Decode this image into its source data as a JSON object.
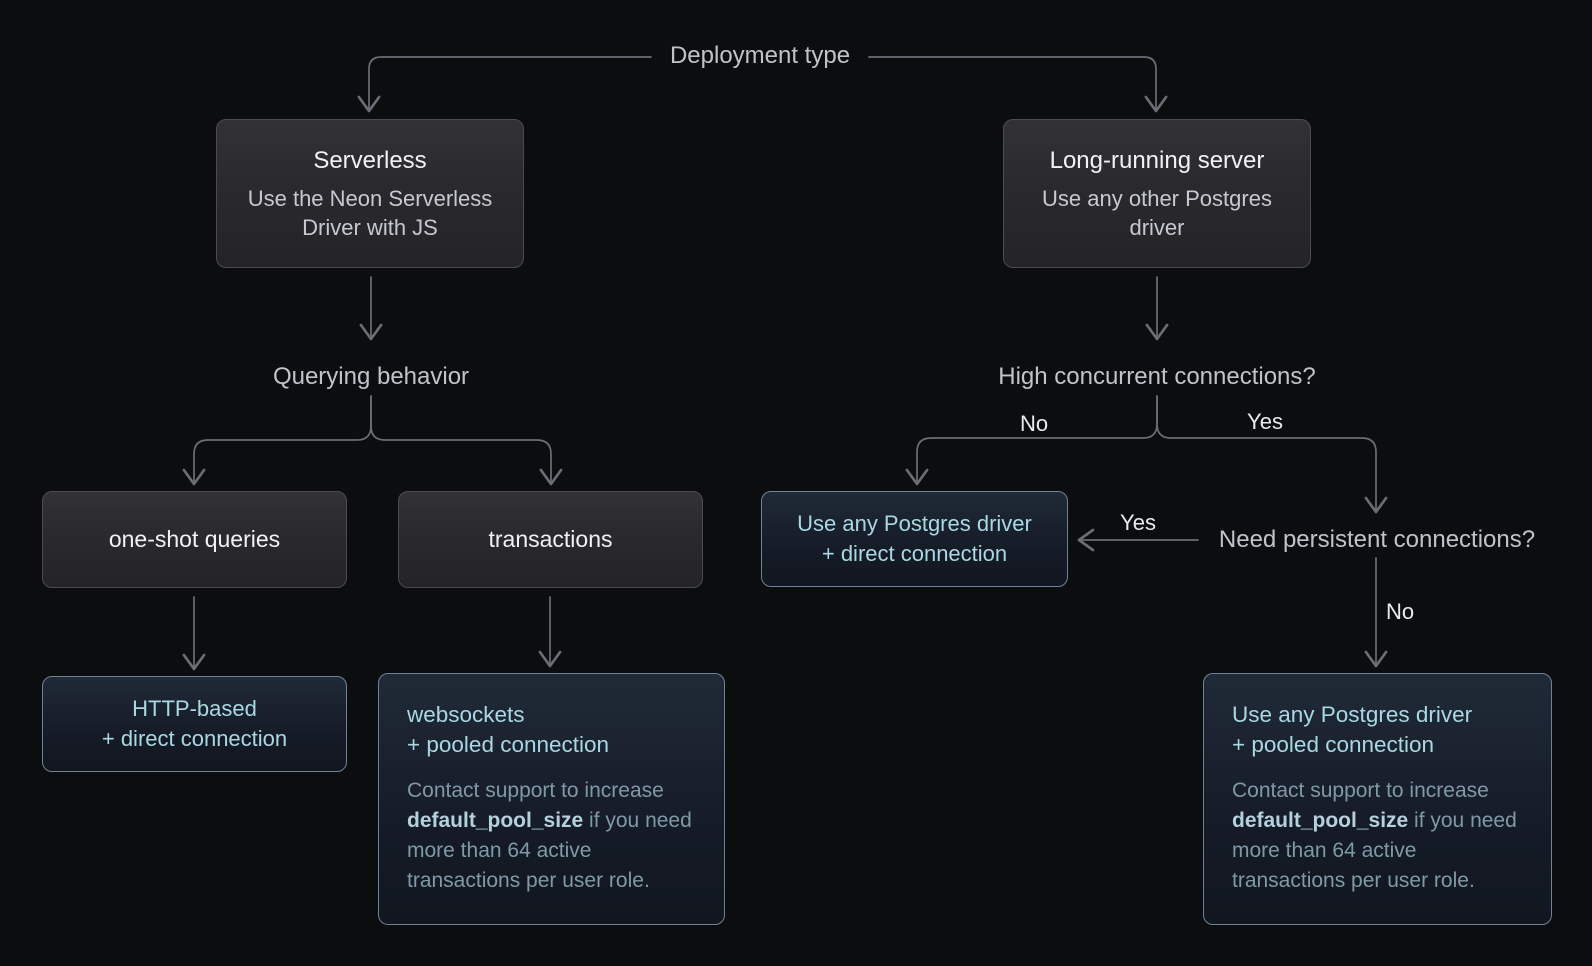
{
  "colors": {
    "background": "#0c0d0e",
    "connector": "#6a6e75",
    "decision_label_text": "#bfc4cb",
    "branch_label_text": "#e9ebee",
    "plain_box_border": "#4b4c51",
    "plain_box_title": "#f1f2f4",
    "plain_box_subtitle": "#c6c9ce",
    "highlight_box_border": "#6e8398",
    "accent_text": "#a9d8e3",
    "note_text": "#7e9aa6",
    "note_code_text": "#b5d2dc"
  },
  "root": {
    "label": "Deployment type"
  },
  "serverless_branch": {
    "node": {
      "title": "Serverless",
      "subtitle": "Use the Neon Serverless Driver with JS"
    },
    "decision": {
      "label": "Querying behavior"
    },
    "one_shot": {
      "label": "one-shot queries"
    },
    "transactions": {
      "label": "transactions"
    },
    "http_result": {
      "line1": "HTTP-based",
      "line2": "+ direct connection"
    },
    "websockets_result": {
      "line1": "websockets",
      "line2": "+ pooled connection",
      "note_pre": "Contact support to increase ",
      "note_code": "default_pool_size",
      "note_post": " if you need more than 64 active transactions per user role."
    }
  },
  "server_branch": {
    "node": {
      "title": "Long-running server",
      "subtitle": "Use any other Postgres driver"
    },
    "decision": {
      "label": "High concurrent connections?",
      "no_label": "No",
      "yes_label": "Yes"
    },
    "direct_result": {
      "line1": "Use any Postgres driver",
      "line2": "+ direct connection"
    },
    "persistent_decision": {
      "label": "Need persistent connections?",
      "yes_label": "Yes",
      "no_label": "No"
    },
    "pooled_result": {
      "line1": "Use any Postgres driver",
      "line2": "+ pooled connection",
      "note_pre": "Contact support to increase ",
      "note_code": "default_pool_size",
      "note_post": " if you need more than 64 active transactions per user role."
    }
  }
}
